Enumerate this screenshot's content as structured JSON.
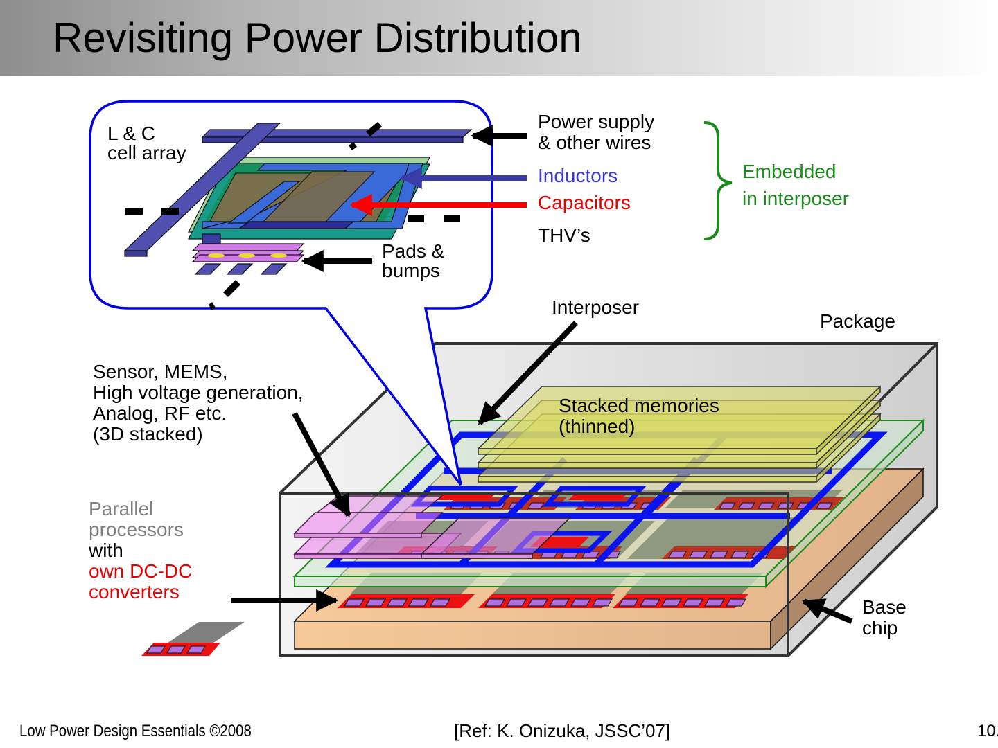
{
  "slide": {
    "title": "Revisiting Power Distribution"
  },
  "callout": {
    "lc_array_line1": "L & C",
    "lc_array_line2": "cell array",
    "pads_line1": "Pads &",
    "pads_line2": "bumps"
  },
  "legend": {
    "power_line1": "Power supply",
    "power_line2": "& other wires",
    "inductors": "Inductors",
    "capacitors": "Capacitors",
    "thvs": "THV’s",
    "embedded_line1": "Embedded",
    "embedded_line2": "in interposer"
  },
  "package_labels": {
    "interposer": "Interposer",
    "package": "Package",
    "stacked_line1": "Stacked memories",
    "stacked_line2": "(thinned)",
    "sensor_line1": "Sensor, MEMS,",
    "sensor_line2": "High voltage generation,",
    "sensor_line3": "Analog, RF etc.",
    "sensor_line4": "(3D stacked)",
    "parallel_line1": "Parallel",
    "parallel_line2": "processors",
    "parallel_line3": "with",
    "parallel_line4": "own DC-DC",
    "parallel_line5": "converters",
    "base_line1": "Base",
    "base_line2": "chip"
  },
  "colors": {
    "inductor_blue": "#3a3ad8",
    "capacitor_red": "#e60000",
    "embedded_green": "#1a8a1a",
    "parallel_gray": "#7f7f7f",
    "callout_border": "#0000e0"
  },
  "footer": {
    "left": "Low Power Design Essentials ©2008",
    "center": "[Ref: K. Onizuka, JSSC’07]",
    "page": "10."
  }
}
